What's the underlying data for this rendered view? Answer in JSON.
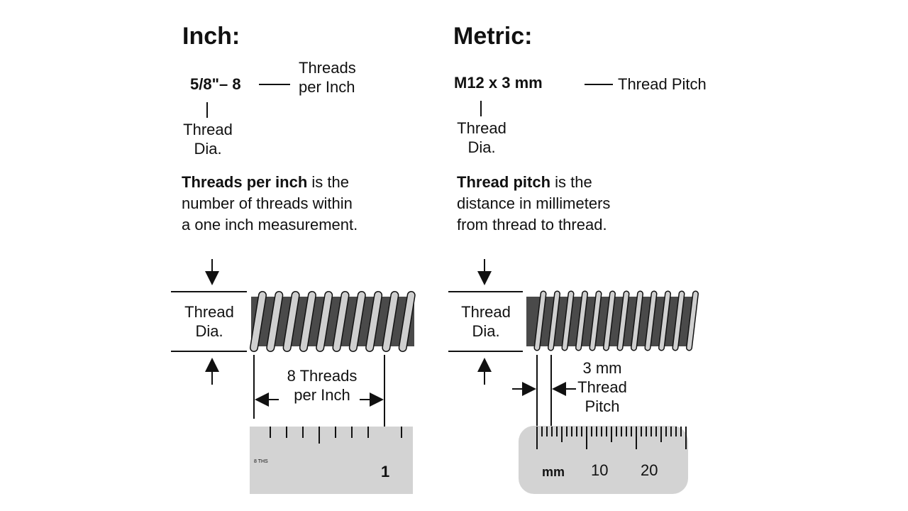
{
  "inch": {
    "heading": "Inch:",
    "code": "5/8\"– 8",
    "tpi_label_line1": "Threads",
    "tpi_label_line2": "per Inch",
    "dia_label_line1": "Thread",
    "dia_label_line2": "Dia.",
    "desc_bold": "Threads per inch",
    "desc_rest1": " is the",
    "desc_line2": "number of threads within",
    "desc_line3": "a one inch measurement.",
    "diagram_dia_line1": "Thread",
    "diagram_dia_line2": "Dia.",
    "count_line1": "8 Threads",
    "count_line2": "per Inch",
    "ruler_small_label": "8 THS",
    "ruler_number": "1"
  },
  "metric": {
    "heading": "Metric:",
    "code": "M12 x 3 mm",
    "pitch_label": "Thread Pitch",
    "dia_label_line1": "Thread",
    "dia_label_line2": "Dia.",
    "desc_bold": "Thread pitch",
    "desc_rest1": " is the",
    "desc_line2": "distance in millimeters",
    "desc_line3": "from thread to thread.",
    "diagram_dia_line1": "Thread",
    "diagram_dia_line2": "Dia.",
    "pitch_line1": "3 mm",
    "pitch_line2": "Thread",
    "pitch_line3": "Pitch",
    "ruler_unit": "mm",
    "ruler_num_10": "10",
    "ruler_num_20": "20"
  },
  "colors": {
    "rod": "#4a4a4a",
    "thread": "#cfcfcf",
    "ruler": "#d3d3d3",
    "ink": "#111111"
  }
}
